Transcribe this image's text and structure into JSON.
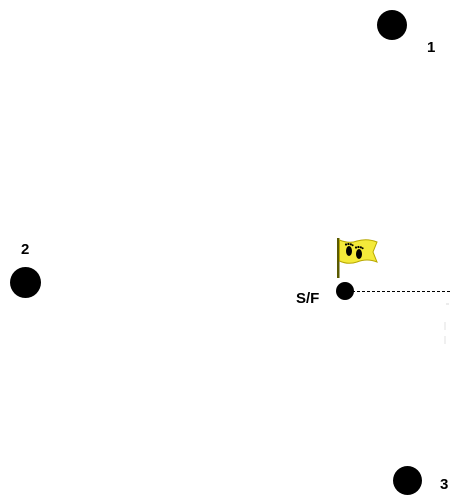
{
  "checkpoints": [
    {
      "label": "1"
    },
    {
      "label": "2"
    },
    {
      "label": "3"
    }
  ],
  "start_finish": {
    "label": "S/F",
    "icon": "flag-with-footprints-icon"
  },
  "colors": {
    "dot": "#000000",
    "flag": "#f4ea3a",
    "flag_border": "#b8a800"
  }
}
